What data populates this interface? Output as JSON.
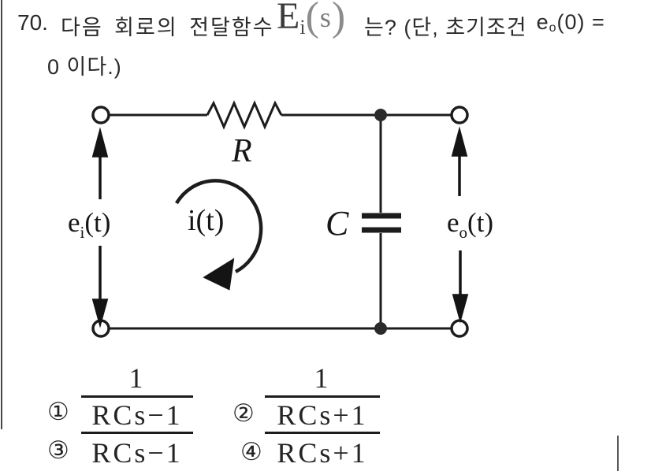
{
  "colors": {
    "background": "#ffffff",
    "ink": "#1f1f1f",
    "rule": "#474747"
  },
  "question": {
    "number": "70.",
    "text": "다음 회로의 전달함수",
    "transfer_function": {
      "base": "E",
      "subscript": "i",
      "open_paren": "(",
      "arg": "s",
      "close_paren": ")"
    },
    "suffix": "는? (단, 초기조건",
    "initial_condition": {
      "base": "e",
      "subscript": "o",
      "rest": "(0) ="
    },
    "line2": "0 이다.)"
  },
  "circuit": {
    "resistor_label": "R",
    "capacitor_label": "C",
    "current_label": "i(t)",
    "input_voltage": {
      "base": "e",
      "subscript": "i",
      "rest": "(t)"
    },
    "output_voltage": {
      "base": "e",
      "subscript": "o",
      "rest": "(t)"
    }
  },
  "choices": [
    {
      "marker": "①",
      "numerator": "1",
      "denominator": "RCs−1"
    },
    {
      "marker": "②",
      "numerator": "1",
      "denominator": "RCs+1"
    },
    {
      "marker": "③",
      "expression": "RCs−1"
    },
    {
      "marker": "④",
      "expression": "RCs+1"
    }
  ]
}
